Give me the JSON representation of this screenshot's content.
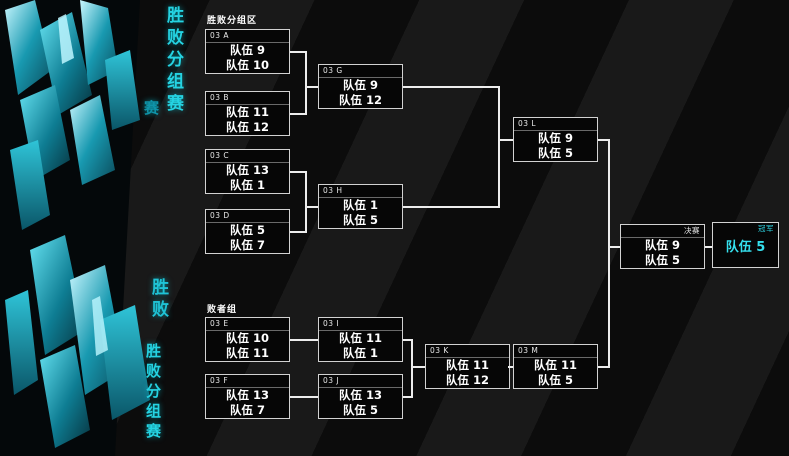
{
  "sections": {
    "winners_label": "胜败分组区",
    "losers_label": "败者组"
  },
  "side_text": {
    "strip1": "胜败分组赛",
    "strip2": "赛",
    "strip3": "胜败",
    "strip4": "胜败分组赛"
  },
  "matches": {
    "A": {
      "id": "03 A",
      "team1": "队伍 9",
      "team2": "队伍 10"
    },
    "B": {
      "id": "03 B",
      "team1": "队伍 11",
      "team2": "队伍 12"
    },
    "C": {
      "id": "03 C",
      "team1": "队伍 13",
      "team2": "队伍 1"
    },
    "D": {
      "id": "03 D",
      "team1": "队伍 5",
      "team2": "队伍 7"
    },
    "G": {
      "id": "03 G",
      "team1": "队伍 9",
      "team2": "队伍 12"
    },
    "H": {
      "id": "03 H",
      "team1": "队伍 1",
      "team2": "队伍 5"
    },
    "L": {
      "id": "03 L",
      "team1": "队伍 9",
      "team2": "队伍 5"
    },
    "E": {
      "id": "03 E",
      "team1": "队伍 10",
      "team2": "队伍 11"
    },
    "F": {
      "id": "03 F",
      "team1": "队伍 13",
      "team2": "队伍 7"
    },
    "I": {
      "id": "03 I",
      "team1": "队伍 11",
      "team2": "队伍 1"
    },
    "J": {
      "id": "03 J",
      "team1": "队伍 13",
      "team2": "队伍 5"
    },
    "K": {
      "id": "03 K",
      "team1": "队伍 11",
      "team2": "队伍 12"
    },
    "M": {
      "id": "03 M",
      "team1": "队伍 11",
      "team2": "队伍 5"
    }
  },
  "final": {
    "label": "决赛",
    "team1": "队伍 9",
    "team2": "队伍 5"
  },
  "champion": {
    "label": "冠军",
    "team": "队伍 5"
  },
  "colors": {
    "accent": "#2fd8e6",
    "line": "#ededed",
    "box_bg": "#060606",
    "box_border": "#d2d2d2",
    "crystal_bright": "#c9f7ff",
    "crystal_mid": "#1fb9cf",
    "crystal_deep": "#0a5f70"
  }
}
